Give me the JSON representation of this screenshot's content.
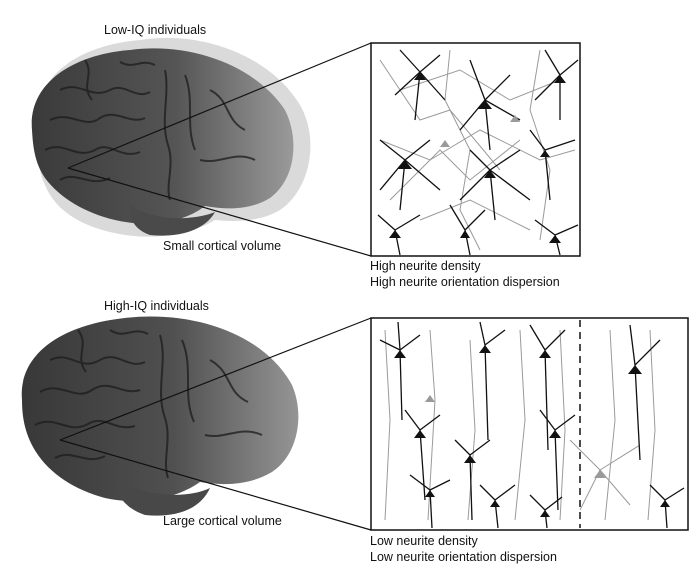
{
  "panels": [
    {
      "group_label": "Low-IQ individuals",
      "volume_label": "Small cortical volume",
      "density_label": "High neurite density",
      "dispersion_label": "High neurite orientation dispersion"
    },
    {
      "group_label": "High-IQ individuals",
      "volume_label": "Large cortical volume",
      "density_label": "Low neurite density",
      "dispersion_label": "Low neurite orientation dispersion"
    }
  ],
  "colors": {
    "brain_dark": "#3d3d3d",
    "brain_light": "#8a8a8a",
    "halo": "#d6d6d6",
    "neuron_black": "#111111",
    "neuron_gray": "#9a9a9a"
  }
}
